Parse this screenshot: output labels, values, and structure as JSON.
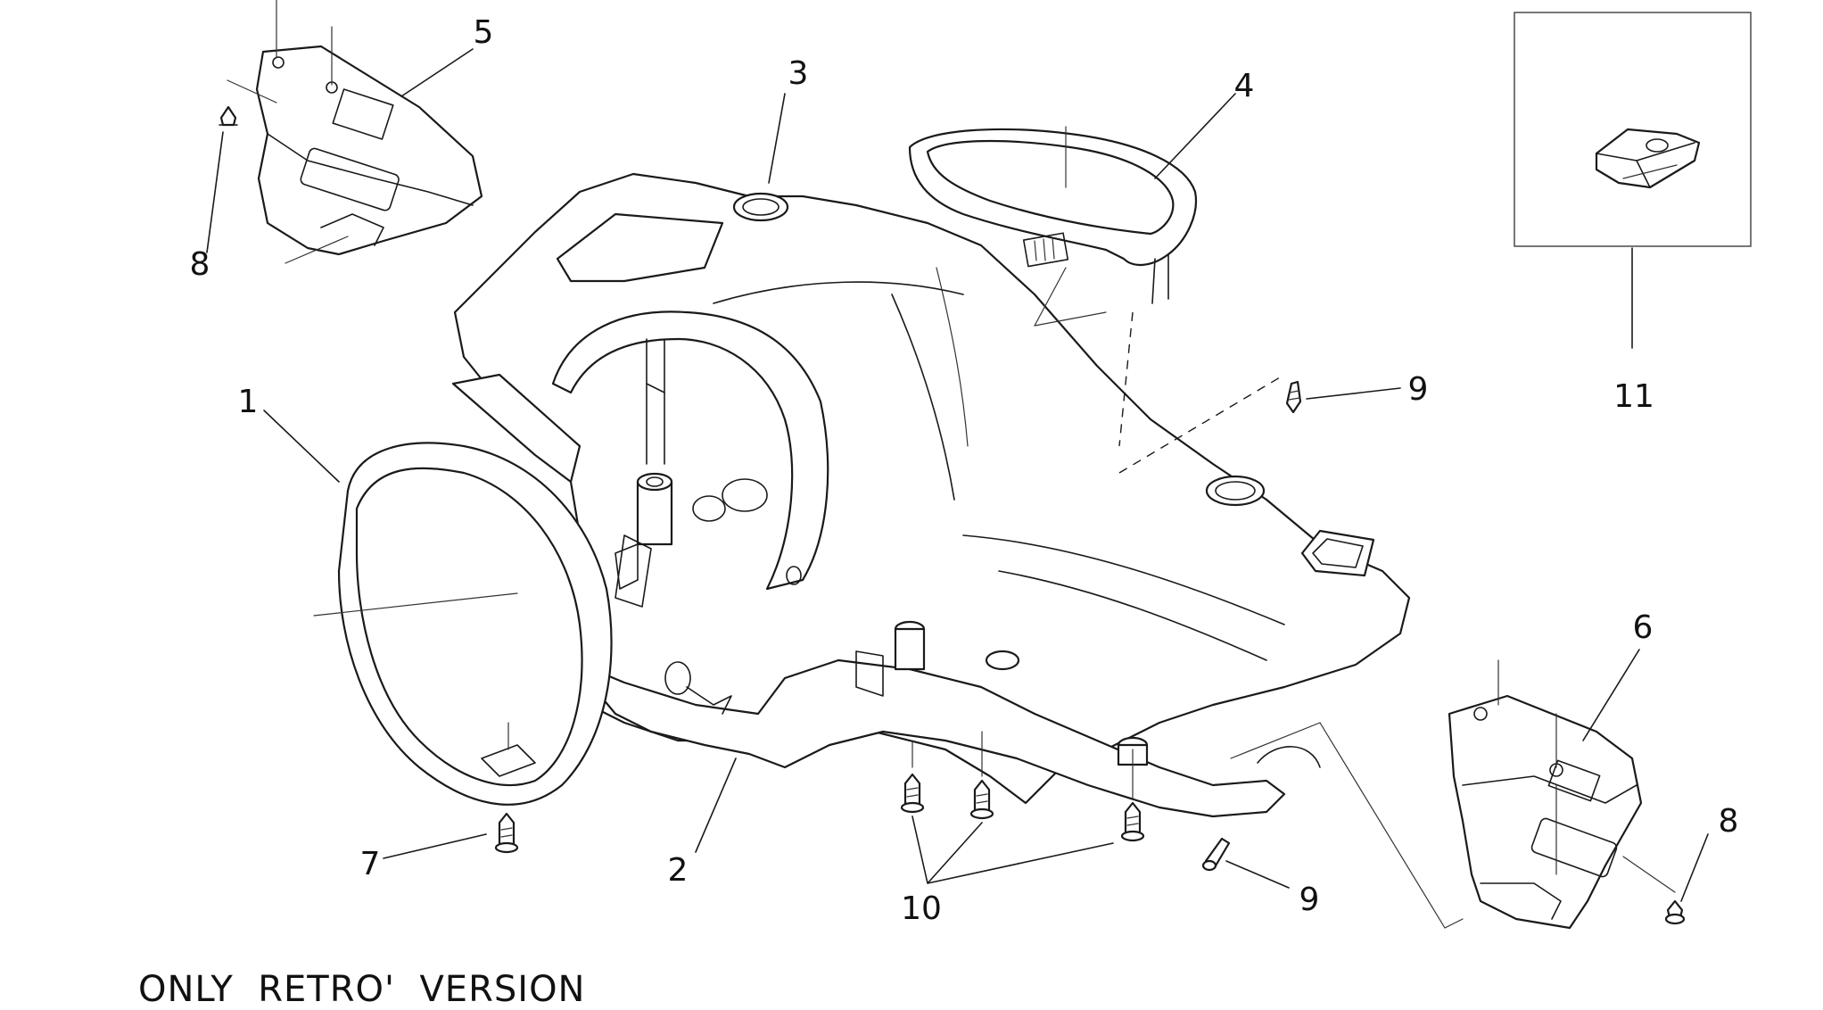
{
  "callouts": {
    "c1": "1",
    "c2": "2",
    "c3": "3",
    "c4": "4",
    "c5": "5",
    "c6": "6",
    "c7": "7",
    "c8a": "8",
    "c8b": "8",
    "c9a": "9",
    "c9b": "9",
    "c10": "10",
    "c11": "11"
  },
  "caption": "ONLY  RETRO'  VERSION"
}
